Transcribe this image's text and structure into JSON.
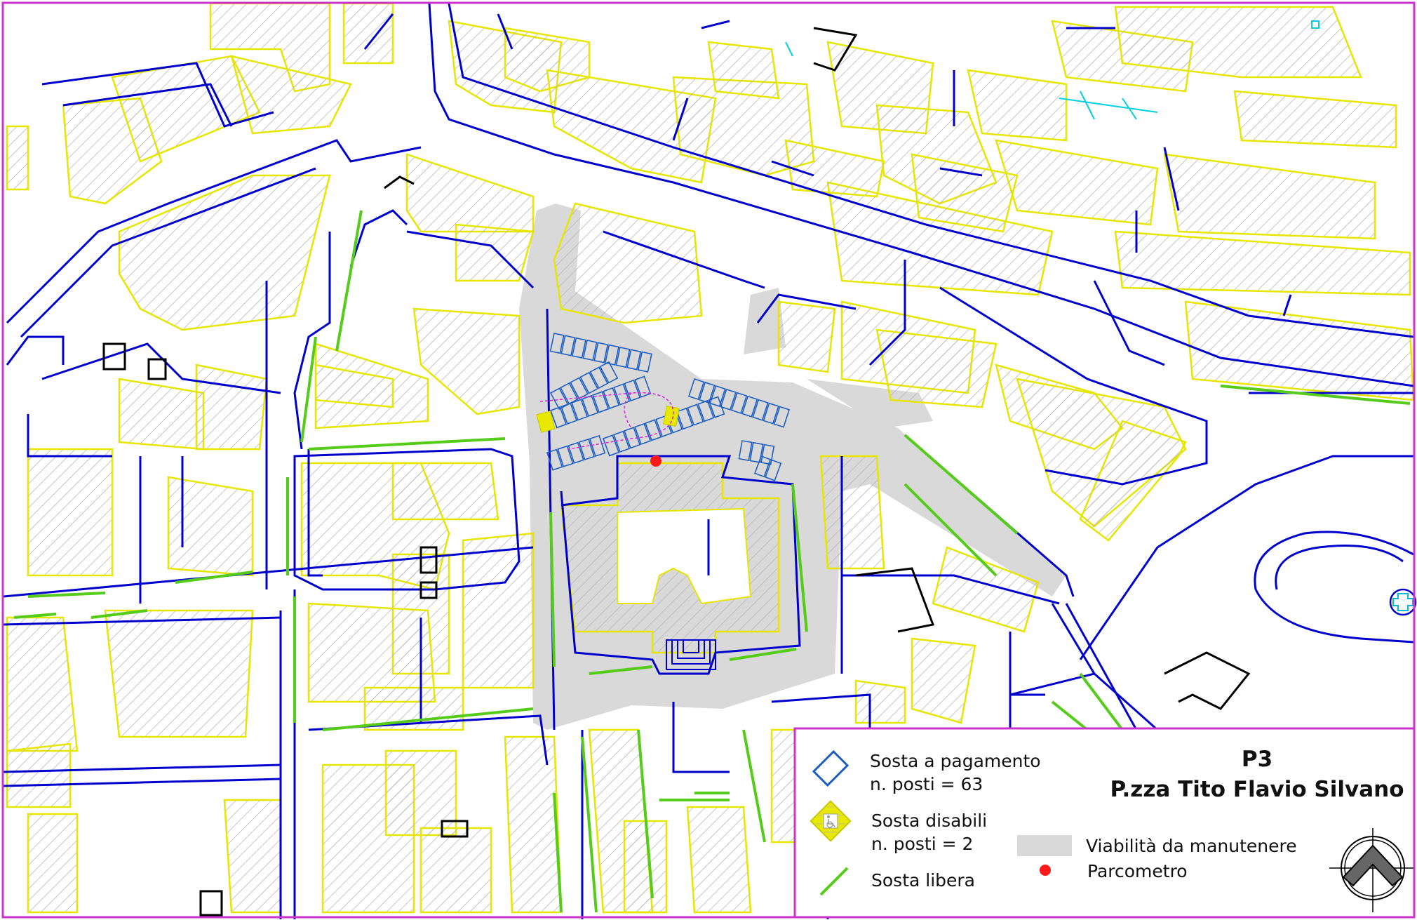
{
  "map": {
    "code": "P3",
    "name": "P.zza Tito Flavio Silvano"
  },
  "legend": {
    "paid_parking": {
      "label": "Sosta a pagamento",
      "count_label": "n. posti = 63",
      "color": "#1f5fc4"
    },
    "disabled_parking": {
      "label": "Sosta disabili",
      "count_label": "n. posti = 2",
      "color": "#e8e800"
    },
    "free_parking": {
      "label": "Sosta libera",
      "color": "#55cc1a"
    },
    "maintenance_road": {
      "label": "Viabilità da manutenere",
      "color": "#d9d9d9"
    },
    "parking_meter": {
      "label": "Parcometro",
      "color": "#ff1a1a"
    }
  },
  "colors": {
    "frame": "#cc33cc",
    "road_edge": "#0000cc",
    "building": "#e6e600",
    "hatch": "#b3b3b3",
    "fountain_arrow": "#dd22dd",
    "special": "#00d0e0"
  },
  "icons": [
    "north-arrow-icon",
    "pharmacy-cross-icon",
    "wheelchair-icon"
  ]
}
